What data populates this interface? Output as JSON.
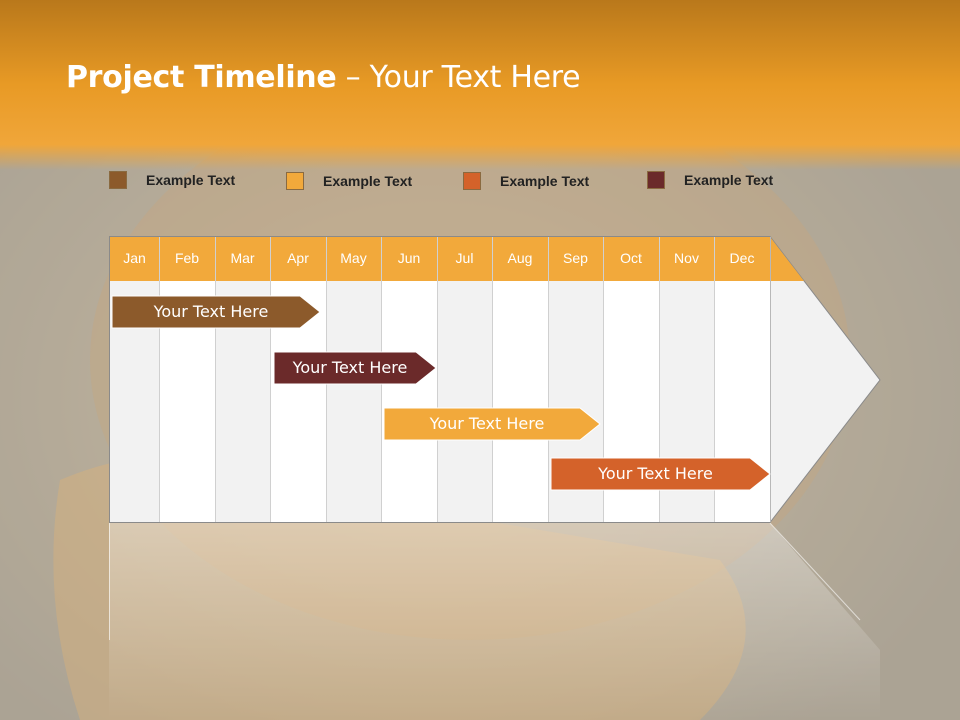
{
  "slide": {
    "title_bold": "Project Timeline",
    "title_rest": " – Your Text Here"
  },
  "legend": [
    {
      "label": "Example Text",
      "color": "#8c5a2b"
    },
    {
      "label": "Example Text",
      "color": "#f2a93b"
    },
    {
      "label": "Example Text",
      "color": "#d4622a"
    },
    {
      "label": "Example Text",
      "color": "#6b2a2a"
    }
  ],
  "timeline": {
    "header_color": "#f2a93b",
    "months": [
      "Jan",
      "Feb",
      "Mar",
      "Apr",
      "May",
      "Jun",
      "Jul",
      "Aug",
      "Sep",
      "Oct",
      "Nov",
      "Dec"
    ],
    "tasks": [
      {
        "label": "Your  Text Here",
        "color": "#8c5a2b",
        "start_month": "Jan",
        "end_month": "Apr"
      },
      {
        "label": "Your  Text Here",
        "color": "#6b2a2a",
        "start_month": "Apr",
        "end_month": "Jun"
      },
      {
        "label": "Your  Text Here",
        "color": "#f2a93b",
        "start_month": "Jun",
        "end_month": "Sep"
      },
      {
        "label": "Your  Text Here",
        "color": "#d4622a",
        "start_month": "Sep",
        "end_month": "Dec"
      }
    ]
  }
}
